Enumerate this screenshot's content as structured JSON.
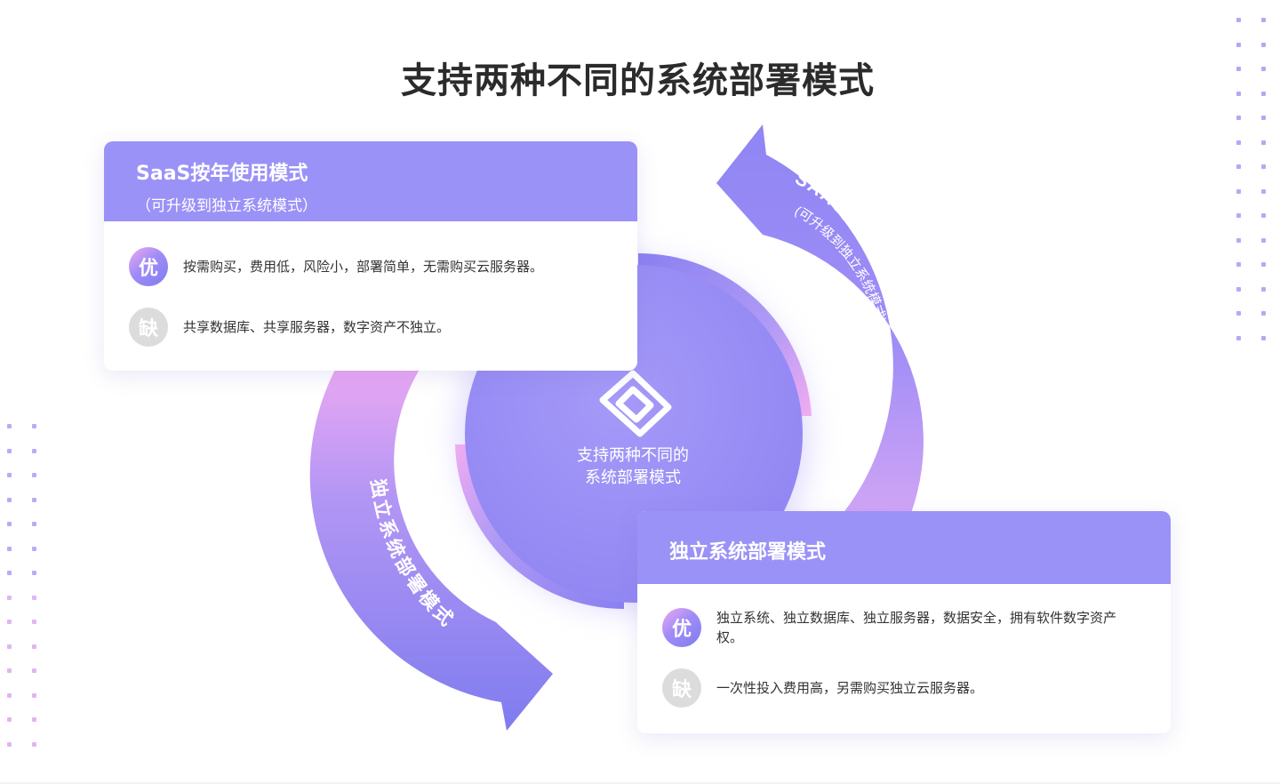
{
  "title": "支持两种不同的系统部署模式",
  "center": {
    "line1": "支持两种不同的",
    "line2": "系统部署模式"
  },
  "arrows": {
    "right": {
      "label": "SAAS按年使用模式",
      "sub": "(可升级到独立系统模式)"
    },
    "left": {
      "label": "独立系统部署模式"
    }
  },
  "cards": {
    "saas": {
      "title": "SaaS按年使用模式",
      "subtitle": "（可升级到独立系统模式）",
      "pro_badge": "优",
      "pro_text": "按需购买，费用低，风险小，部署简单，无需购买云服务器。",
      "con_badge": "缺",
      "con_text": "共享数据库、共享服务器，数字资产不独立。"
    },
    "standalone": {
      "title": "独立系统部署模式",
      "pro_badge": "优",
      "pro_text": "独立系统、独立数据库、独立服务器，数据安全，拥有软件数字资产权。",
      "con_badge": "缺",
      "con_text": "一次性投入费用高，另需购买独立云服务器。"
    }
  },
  "colors": {
    "primary": "#9a92f6",
    "pink": "#efaaf2",
    "deep": "#7f7cef",
    "gray_badge": "#dcdcdc"
  }
}
